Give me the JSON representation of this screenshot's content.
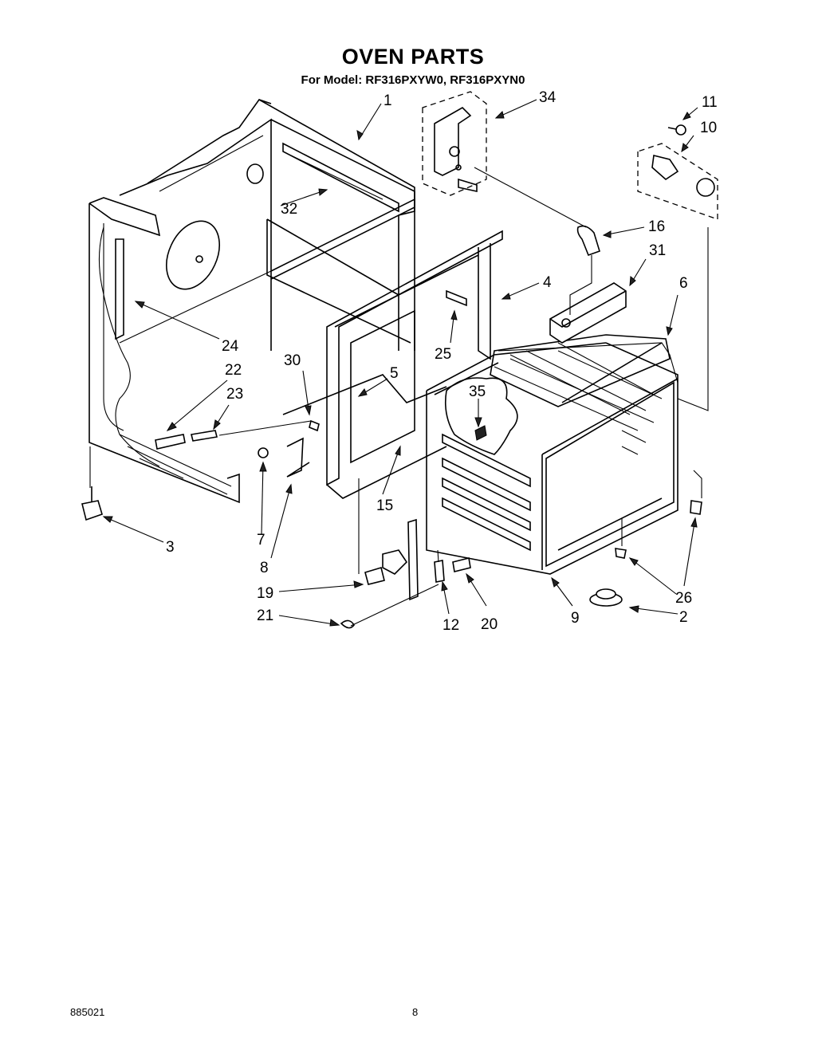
{
  "header": {
    "title": "OVEN PARTS",
    "subtitle": "For Model: RF316PXYW0, RF316PXYN0"
  },
  "callouts": [
    {
      "id": "c1",
      "label": "1"
    },
    {
      "id": "c2",
      "label": "2"
    },
    {
      "id": "c3",
      "label": "3"
    },
    {
      "id": "c4",
      "label": "4"
    },
    {
      "id": "c5",
      "label": "5"
    },
    {
      "id": "c6",
      "label": "6"
    },
    {
      "id": "c7",
      "label": "7"
    },
    {
      "id": "c8",
      "label": "8"
    },
    {
      "id": "c9",
      "label": "9"
    },
    {
      "id": "c10",
      "label": "10"
    },
    {
      "id": "c11",
      "label": "11"
    },
    {
      "id": "c12",
      "label": "12"
    },
    {
      "id": "c15",
      "label": "15"
    },
    {
      "id": "c16",
      "label": "16"
    },
    {
      "id": "c19",
      "label": "19"
    },
    {
      "id": "c20",
      "label": "20"
    },
    {
      "id": "c21",
      "label": "21"
    },
    {
      "id": "c22",
      "label": "22"
    },
    {
      "id": "c23",
      "label": "23"
    },
    {
      "id": "c24",
      "label": "24"
    },
    {
      "id": "c25",
      "label": "25"
    },
    {
      "id": "c26",
      "label": "26"
    },
    {
      "id": "c30",
      "label": "30"
    },
    {
      "id": "c31",
      "label": "31"
    },
    {
      "id": "c32",
      "label": "32"
    },
    {
      "id": "c34",
      "label": "34"
    },
    {
      "id": "c35",
      "label": "35"
    }
  ],
  "footer": {
    "doc_number": "885021",
    "page_number": "8"
  }
}
